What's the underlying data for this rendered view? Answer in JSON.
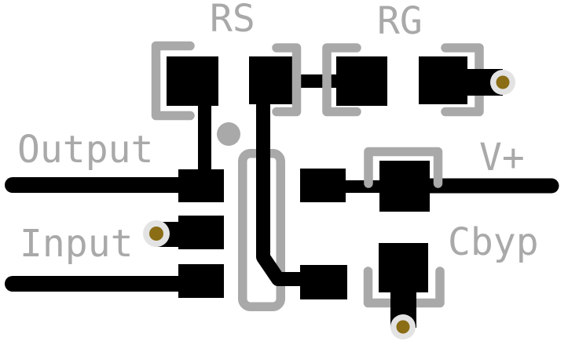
{
  "title": "PCB layout footprint diagram",
  "labels": {
    "rs": "RS",
    "rg": "RG",
    "output": "Output",
    "input": "Input",
    "vplus": "V+",
    "cbyp": "Cbyp"
  },
  "colors": {
    "background": "#ffffff",
    "copper": "#000000",
    "silkscreen": "#a9a9a9",
    "via_ring": "#e3e3e3",
    "via_hole": "#8a6d15"
  }
}
